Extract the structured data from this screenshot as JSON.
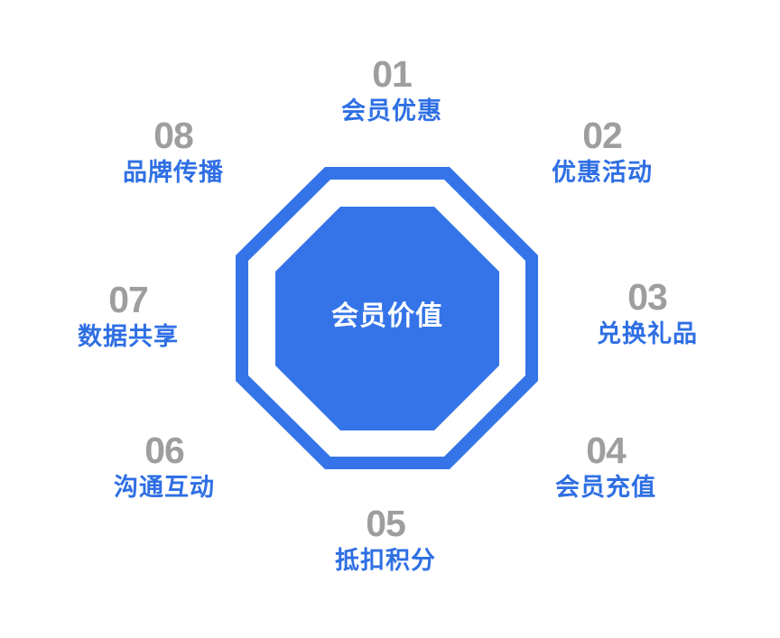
{
  "diagram": {
    "title": "会员价值",
    "colors": {
      "primary": "#3474e8",
      "label": "#2f6fe4",
      "number": "#9e9e9e",
      "background": "#ffffff"
    },
    "items": [
      {
        "number": "01",
        "label": "会员优惠"
      },
      {
        "number": "02",
        "label": "优惠活动"
      },
      {
        "number": "03",
        "label": "兑换礼品"
      },
      {
        "number": "04",
        "label": "会员充值"
      },
      {
        "number": "05",
        "label": "抵扣积分"
      },
      {
        "number": "06",
        "label": "沟通互动"
      },
      {
        "number": "07",
        "label": "数据共享"
      },
      {
        "number": "08",
        "label": "品牌传播"
      }
    ]
  }
}
